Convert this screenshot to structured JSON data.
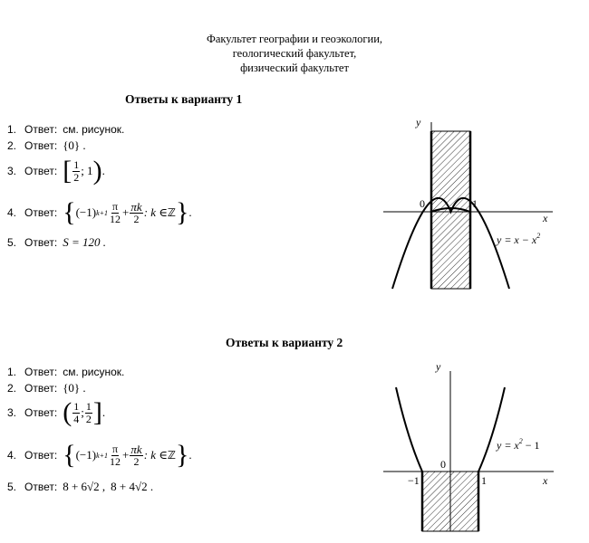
{
  "header": {
    "line1": "Факультет географии и геоэкологии,",
    "line2": "геологический факультет,",
    "line3": "физический факультет"
  },
  "variant1": {
    "title": "Ответы к варианту 1",
    "answer_label": "Ответ:",
    "items": {
      "n1": "1.",
      "n2": "2.",
      "n3": "3.",
      "n4": "4.",
      "n5": "5.",
      "a1": "см. рисунок.",
      "a2": "{0} .",
      "a3_num": "1",
      "a3_den": "2",
      "a3_tail": "; 1",
      "a4_base": "(−1)",
      "a4_exp": "k+1",
      "a4_f1_num": "π",
      "a4_f1_den": "12",
      "a4_plus": "+",
      "a4_f2_num": "πk",
      "a4_f2_den": "2",
      "a4_tail": ": k ∈ ",
      "a4_set": "ℤ",
      "a5": "S = 120 ."
    },
    "graph": {
      "y_label": "y",
      "x_label": "x",
      "zero_label": "0",
      "one_label": "1",
      "curve_label_pre": "y = x − x",
      "curve_label_exp": "2"
    }
  },
  "variant2": {
    "title": "Ответы к варианту 2",
    "answer_label": "Ответ:",
    "items": {
      "n1": "1.",
      "n2": "2.",
      "n3": "3.",
      "n4": "4.",
      "n5": "5.",
      "a1": "см. рисунок.",
      "a2": "{0} .",
      "a3_num1": "1",
      "a3_den1": "4",
      "a3_num2": "1",
      "a3_den2": "2",
      "a3_sep": ";",
      "a4_base": "(−1)",
      "a4_exp": "k+1",
      "a4_f1_num": "π",
      "a4_f1_den": "12",
      "a4_plus": "+",
      "a4_f2_num": "πk",
      "a4_f2_den": "2",
      "a4_tail": ": k ∈ ",
      "a4_set": "ℤ",
      "a5_p1": "8 + 6√2 ,",
      "a5_p2": "8 + 4√2 ."
    },
    "graph": {
      "y_label": "y",
      "x_label": "x",
      "zero_label": "0",
      "minus_one_label": "−1",
      "one_label": "1",
      "curve_label_pre": "y = x",
      "curve_label_exp": "2",
      "curve_label_post": " − 1"
    }
  }
}
